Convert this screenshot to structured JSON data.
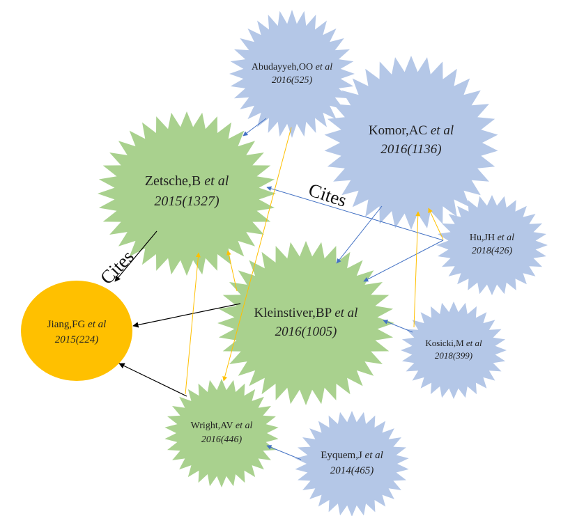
{
  "nodes": {
    "abudayyeh": {
      "author": "Abudayyeh,OO",
      "etal": "et al",
      "year": "2016(525)",
      "color": "#b4c7e7"
    },
    "komor": {
      "author": "Komor,AC",
      "etal": "et al",
      "year": "2016(1136)",
      "color": "#b4c7e7"
    },
    "zetsche": {
      "author": "Zetsche,B",
      "etal": "et al",
      "year": "2015(1327)",
      "color": "#a9d18e"
    },
    "hu": {
      "author": "Hu,JH",
      "etal": "et al",
      "year": "2018(426)",
      "color": "#b4c7e7"
    },
    "kleinstiver": {
      "author": "Kleinstiver,BP",
      "etal": "et al",
      "year": "2016(1005)",
      "color": "#a9d18e"
    },
    "jiang": {
      "author": "Jiang,FG",
      "etal": "et al",
      "year": "2015(224)",
      "color": "#ffc000"
    },
    "kosicki": {
      "author": "Kosicki,M",
      "etal": "et al",
      "year": "2018(399)",
      "color": "#b4c7e7"
    },
    "wright": {
      "author": "Wright,AV",
      "etal": "et al",
      "year": "2016(446)",
      "color": "#a9d18e"
    },
    "eyquem": {
      "author": "Eyquem,J",
      "etal": "et al",
      "year": "2014(465)",
      "color": "#b4c7e7"
    }
  },
  "edge_labels": {
    "upper": "Cites",
    "left": "Cites"
  },
  "edge_colors": {
    "black": "#000000",
    "blue": "#4472c4",
    "gold": "#ffc000"
  }
}
